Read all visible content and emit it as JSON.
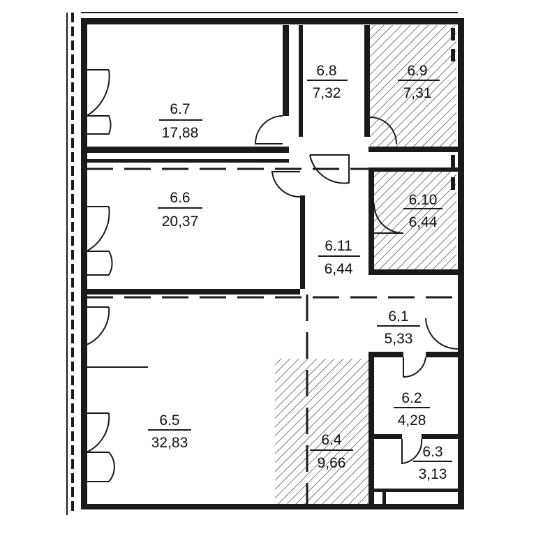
{
  "rooms": [
    {
      "id": "6.7",
      "number": "6.7",
      "area": "17,88"
    },
    {
      "id": "6.8",
      "number": "6.8",
      "area": "7,32"
    },
    {
      "id": "6.9",
      "number": "6.9",
      "area": "7,31"
    },
    {
      "id": "6.6",
      "number": "6.6",
      "area": "20,37"
    },
    {
      "id": "6.10",
      "number": "6.10",
      "area": "6,44"
    },
    {
      "id": "6.11",
      "number": "6.11",
      "area": "6,44"
    },
    {
      "id": "6.1",
      "number": "6.1",
      "area": "5,33"
    },
    {
      "id": "6.5",
      "number": "6.5",
      "area": "32,83"
    },
    {
      "id": "6.4",
      "number": "6.4",
      "area": "9,66"
    },
    {
      "id": "6.2",
      "number": "6.2",
      "area": "4,28"
    },
    {
      "id": "6.3",
      "number": "6.3",
      "area": "3,13"
    }
  ]
}
